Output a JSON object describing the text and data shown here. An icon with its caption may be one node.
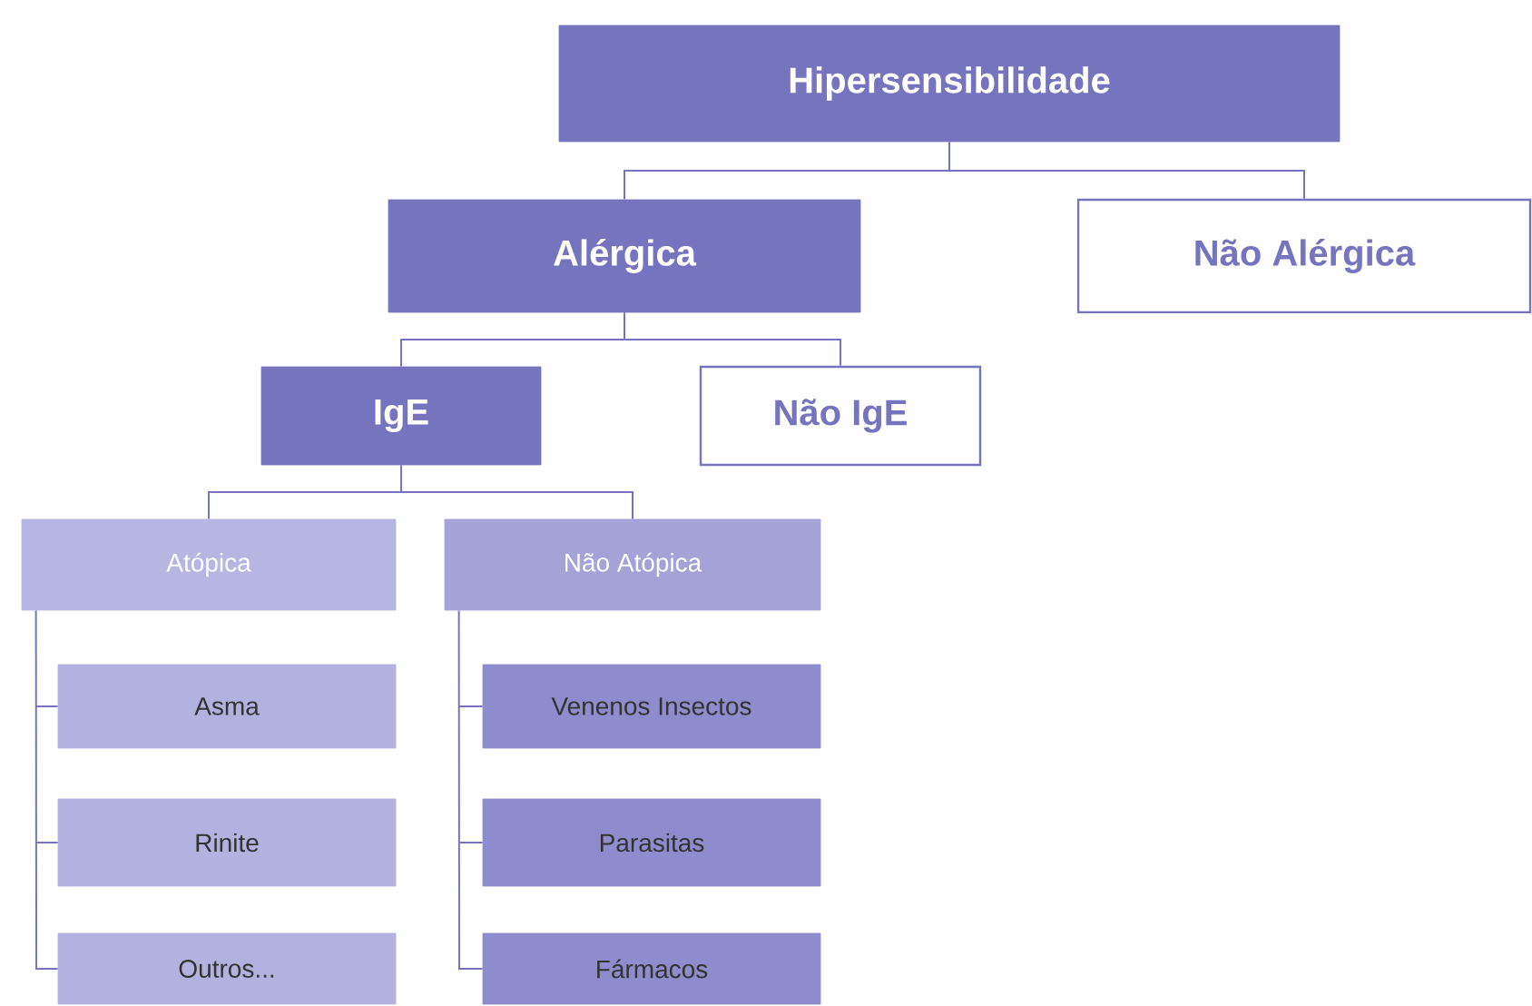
{
  "diagram": {
    "nodes": [
      {
        "text": [
          "Hipersensibilidade"
        ]
      },
      {
        "text": [
          "Alérgica"
        ]
      },
      {
        "text": [
          "Não Alérgica"
        ]
      },
      {
        "text": [
          "IgE"
        ]
      },
      {
        "text": [
          "Não IgE"
        ]
      },
      {
        "text": [
          "Atópica"
        ]
      },
      {
        "text": [
          "Não Atópica"
        ]
      },
      {
        "text": [
          "Asma"
        ]
      },
      {
        "text": [
          "Rinite"
        ]
      },
      {
        "text": [
          "Outros..."
        ]
      },
      {
        "text": [
          "Venenos Insectos"
        ]
      },
      {
        "text": [
          "Parasitas"
        ]
      },
      {
        "text": [
          "Fármacos"
        ]
      }
    ],
    "edges": [
      {
        "from": 0,
        "to": 1,
        "arrow": "none"
      },
      {
        "from": 0,
        "to": 2,
        "arrow": "none"
      },
      {
        "from": 1,
        "to": 3,
        "arrow": "none"
      },
      {
        "from": 1,
        "to": 4,
        "arrow": "none"
      },
      {
        "from": 3,
        "to": 5,
        "arrow": "none"
      },
      {
        "from": 3,
        "to": 6,
        "arrow": "none"
      },
      {
        "from": 5,
        "to": 7,
        "arrow": "none"
      },
      {
        "from": 5,
        "to": 8,
        "arrow": "none"
      },
      {
        "from": 5,
        "to": 9,
        "arrow": "none"
      },
      {
        "from": 6,
        "to": 10,
        "arrow": "none"
      },
      {
        "from": 6,
        "to": 11,
        "arrow": "none"
      },
      {
        "from": 6,
        "to": 12,
        "arrow": "none"
      }
    ]
  }
}
